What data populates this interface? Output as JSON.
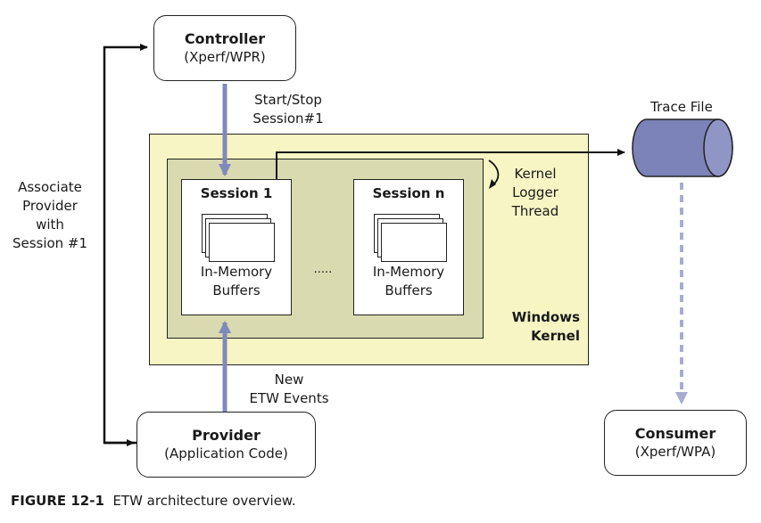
{
  "controller": {
    "title": "Controller",
    "subtitle": "(Xperf/WPR)"
  },
  "provider": {
    "title": "Provider",
    "subtitle": "(Application Code)"
  },
  "consumer": {
    "title": "Consumer",
    "subtitle": "(Xperf/WPA)"
  },
  "trace_file": {
    "label": "Trace File"
  },
  "labels": {
    "start_stop": [
      "Start/Stop",
      "Session#1"
    ],
    "associate": [
      "Associate",
      "Provider",
      "with",
      "Session #1"
    ],
    "new_events": [
      "New",
      "ETW Events"
    ],
    "kernel_logger": [
      "Kernel",
      "Logger",
      "Thread"
    ],
    "windows_kernel": [
      "Windows",
      "Kernel"
    ],
    "ellipsis": "....."
  },
  "sessions": [
    {
      "title": "Session 1",
      "buffers": [
        "In-Memory",
        "Buffers"
      ]
    },
    {
      "title": "Session n",
      "buffers": [
        "In-Memory",
        "Buffers"
      ]
    }
  ],
  "caption": {
    "figure": "FIGURE 12-1",
    "text": "ETW architecture overview."
  },
  "colors": {
    "kernel_fill": "#f7f5c4",
    "kernel_border": "#222222",
    "inner_fill": "#d9dab0",
    "arrow_purple": "#8088bd",
    "cylinder_fill": "#7b83b9"
  }
}
